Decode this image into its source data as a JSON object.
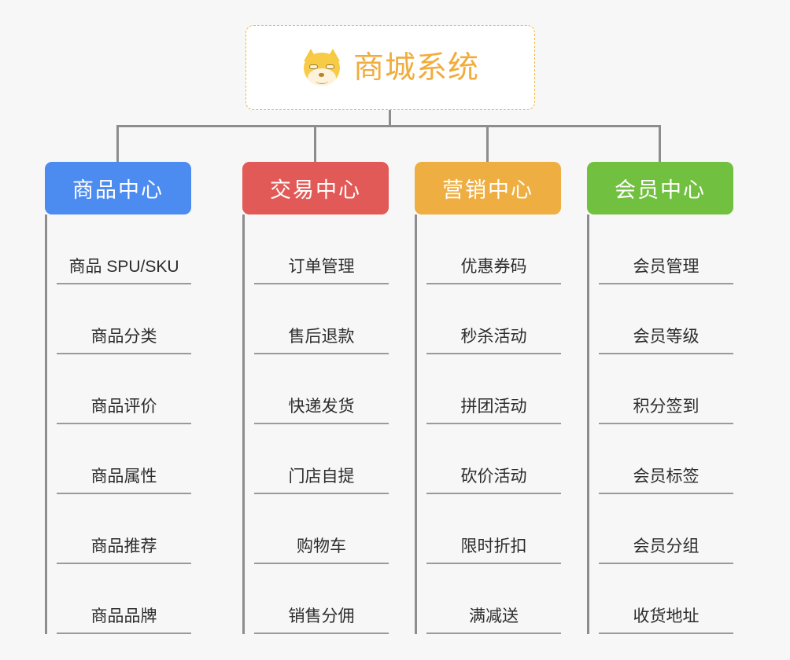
{
  "canvas": {
    "background": "#f7f7f7",
    "connector_color": "#8d8d8d"
  },
  "root": {
    "title": "商城系统",
    "icon": "shiba-dog-icon",
    "text_color": "#f0ac3c",
    "border_color": "#f0b840",
    "background": "#ffffff"
  },
  "branches": [
    {
      "label": "商品中心",
      "color": "#4c8bf0",
      "items": [
        "商品 SPU/SKU",
        "商品分类",
        "商品评价",
        "商品属性",
        "商品推荐",
        "商品品牌"
      ]
    },
    {
      "label": "交易中心",
      "color": "#e25a57",
      "items": [
        "订单管理",
        "售后退款",
        "快递发货",
        "门店自提",
        "购物车",
        "销售分佣"
      ]
    },
    {
      "label": "营销中心",
      "color": "#eeae42",
      "items": [
        "优惠券码",
        "秒杀活动",
        "拼团活动",
        "砍价活动",
        "限时折扣",
        "满减送"
      ]
    },
    {
      "label": "会员中心",
      "color": "#72c040",
      "items": [
        "会员管理",
        "会员等级",
        "积分签到",
        "会员标签",
        "会员分组",
        "收货地址"
      ]
    }
  ]
}
